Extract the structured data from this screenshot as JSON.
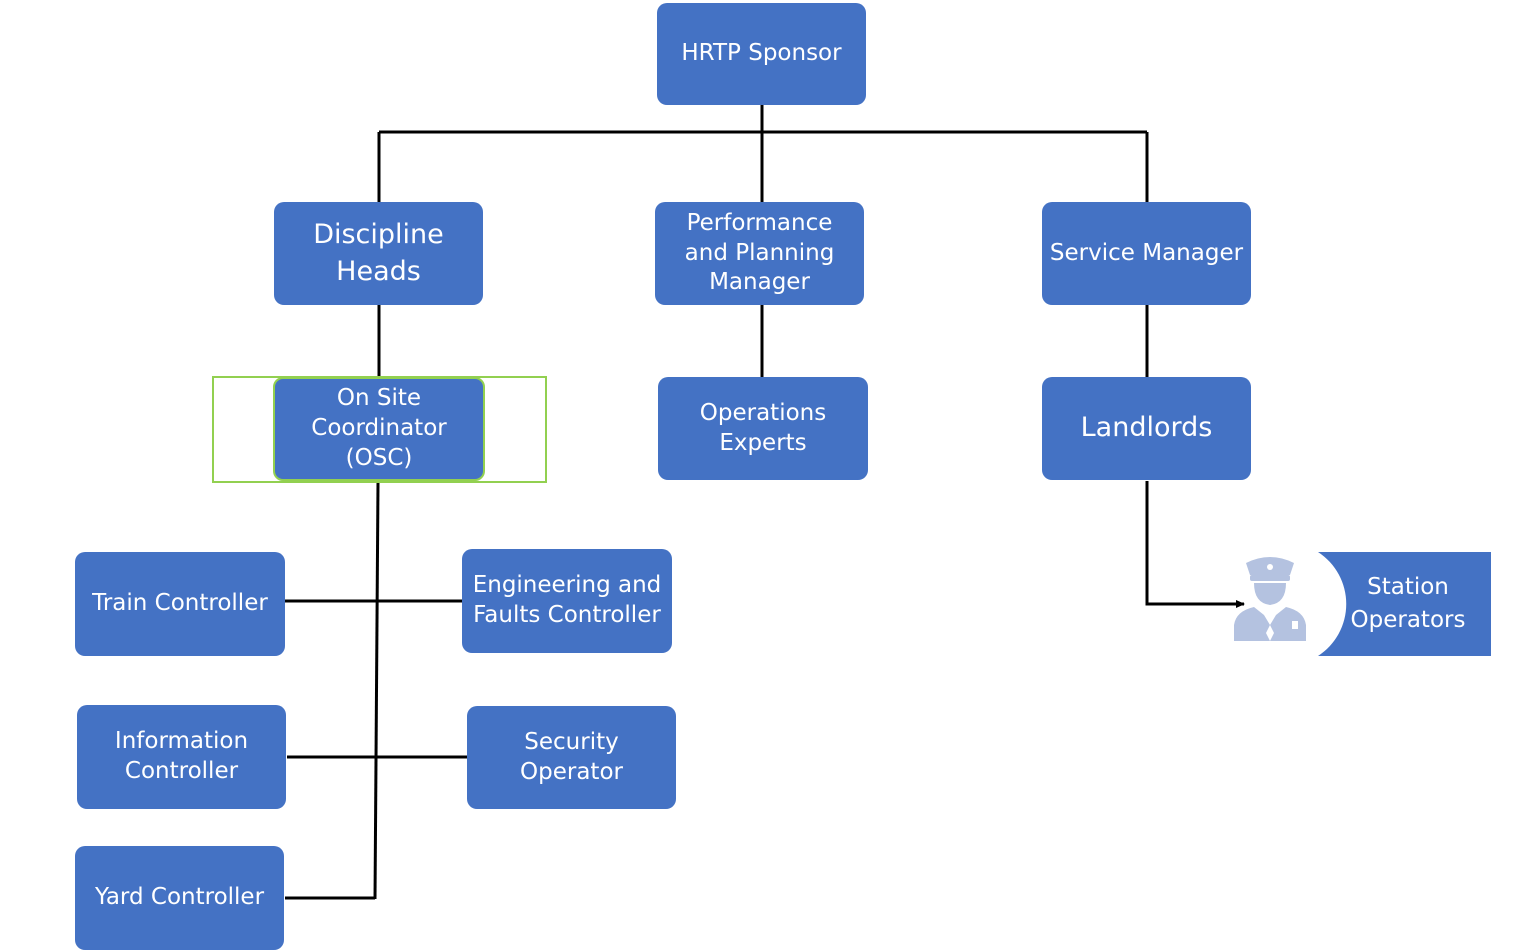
{
  "colors": {
    "node_fill": "#4472c4",
    "node_text": "#ffffff",
    "connector": "#000000",
    "selection": "#92d050",
    "icon_fill": "#b4c2e0"
  },
  "nodes": {
    "hrtp_sponsor": "HRTP Sponsor",
    "discipline_heads": "Discipline\nHeads",
    "performance_planning": "Performance\nand Planning\nManager",
    "service_manager": "Service Manager",
    "on_site_coordinator": "On Site\nCoordinator\n(OSC)",
    "operations_experts": "Operations\nExperts",
    "landlords": "Landlords",
    "train_controller": "Train Controller",
    "engineering_faults": "Engineering and\nFaults Controller",
    "information_controller": "Information\nController",
    "security_operator": "Security\nOperator",
    "yard_controller": "Yard Controller",
    "station_operators": "Station\nOperators"
  },
  "icons": {
    "station_operators_icon": "police-officer-icon"
  }
}
